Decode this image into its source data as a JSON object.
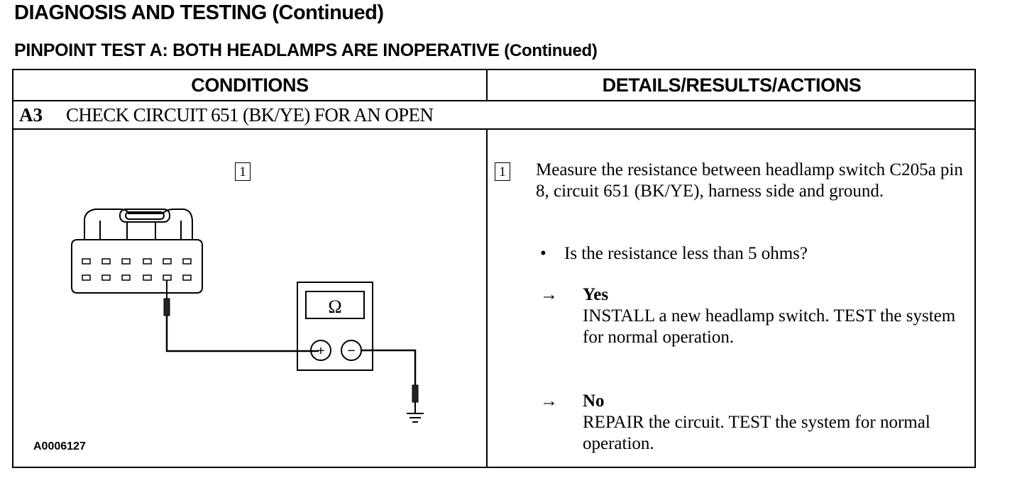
{
  "header": {
    "title": "DIAGNOSIS AND TESTING (Continued)",
    "subtitle_main": "PINPOINT TEST A:  BOTH HEADLAMPS ARE INOPERATIVE",
    "subtitle_cont": "(Continued)"
  },
  "table": {
    "col_conditions": "CONDITIONS",
    "col_details": "DETAILS/RESULTS/ACTIONS",
    "step_id": "A3",
    "step_title": "CHECK CIRCUIT 651 (BK/YE) FOR AN OPEN"
  },
  "figure": {
    "callout": "1",
    "meter_symbol": "Ω",
    "plus_symbol": "+",
    "minus_symbol": "−",
    "figure_id": "A0006127"
  },
  "details": {
    "callout": "1",
    "instruction": "Measure the resistance between headlamp switch C205a pin 8, circuit 651 (BK/YE), harness side and ground.",
    "bullet_symbol": "•",
    "question": "Is the resistance less than 5 ohms?",
    "arrow_symbol": "→",
    "yes_label": "Yes",
    "yes_action": "INSTALL a new headlamp switch. TEST the system for normal operation.",
    "no_label": "No",
    "no_action": "REPAIR the circuit. TEST the system for normal operation."
  }
}
